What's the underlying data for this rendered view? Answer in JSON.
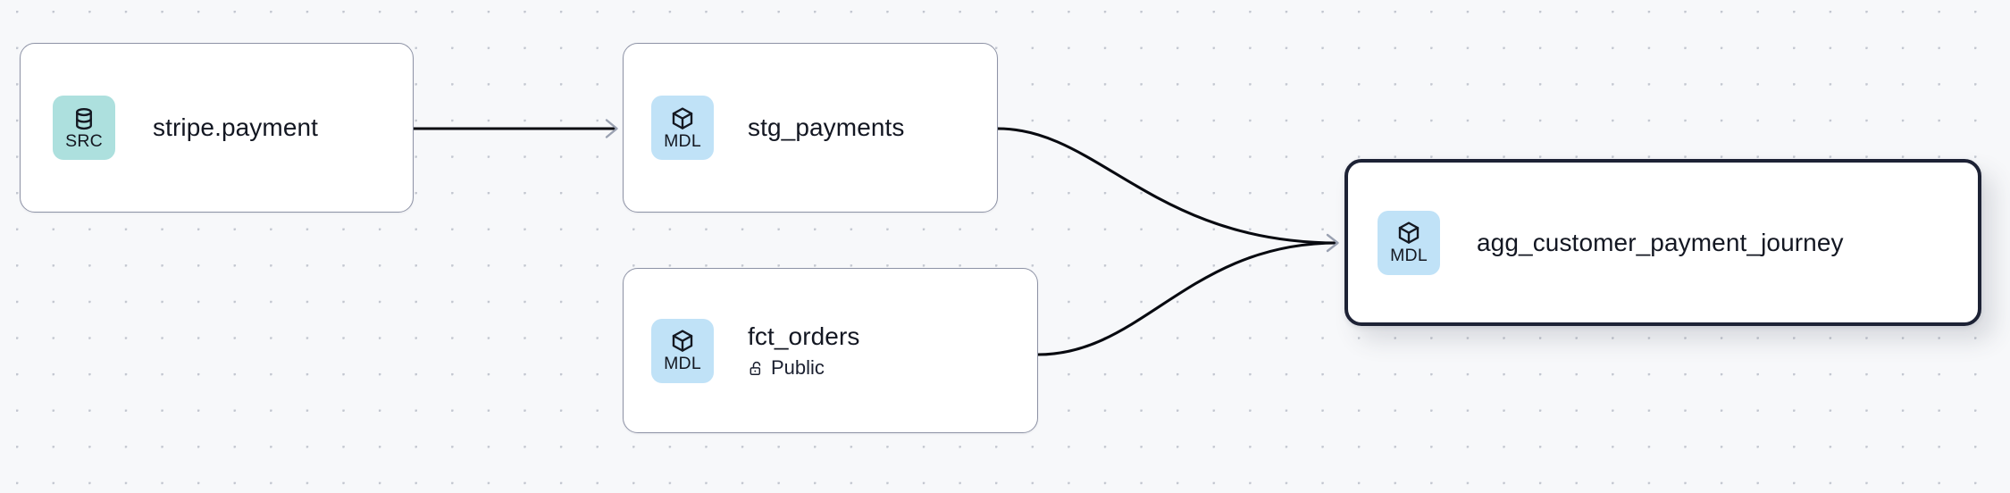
{
  "canvas": {
    "background_color": "#f7f8fa",
    "dot_color": "#c3c7d0",
    "edge_color": "#080a10",
    "selected_border_color": "#1d2235"
  },
  "legend": {
    "src_badge_color": "#ade0de",
    "mdl_badge_color": "#c0e2f7"
  },
  "nodes": [
    {
      "id": "stripe-payment",
      "title": "stripe.payment",
      "badge_label": "SRC",
      "badge_kind": "src",
      "badge_icon": "database-icon",
      "subtitle": null,
      "subtitle_icon": null,
      "selected": false
    },
    {
      "id": "stg-payments",
      "title": "stg_payments",
      "badge_label": "MDL",
      "badge_kind": "mdl",
      "badge_icon": "cube-icon",
      "subtitle": null,
      "subtitle_icon": null,
      "selected": false
    },
    {
      "id": "fct-orders",
      "title": "fct_orders",
      "badge_label": "MDL",
      "badge_kind": "mdl",
      "badge_icon": "cube-icon",
      "subtitle": "Public",
      "subtitle_icon": "unlock-icon",
      "selected": false
    },
    {
      "id": "agg-customer-payment-journey",
      "title": "agg_customer_payment_journey",
      "badge_label": "MDL",
      "badge_kind": "mdl",
      "badge_icon": "cube-icon",
      "subtitle": null,
      "subtitle_icon": null,
      "selected": true
    }
  ],
  "edges": [
    {
      "id": "edge-stripe-to-stg",
      "from": "stripe-payment",
      "to": "stg-payments",
      "shape": "straight"
    },
    {
      "id": "edge-stg-to-agg",
      "from": "stg-payments",
      "to": "agg-customer-payment-journey",
      "shape": "bezier"
    },
    {
      "id": "edge-fct-to-agg",
      "from": "fct-orders",
      "to": "agg-customer-payment-journey",
      "shape": "bezier"
    }
  ]
}
